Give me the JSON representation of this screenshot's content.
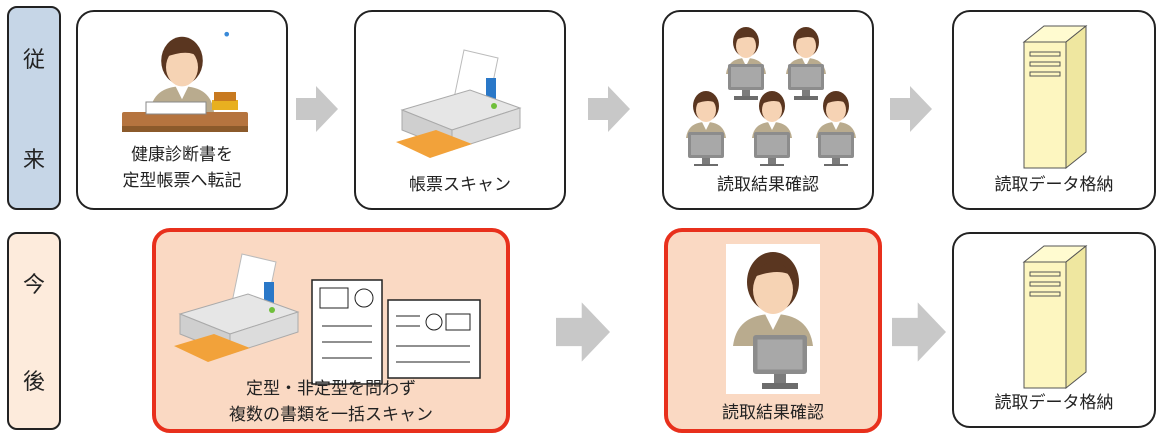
{
  "rows": {
    "before": {
      "label_chars": [
        "従",
        "来"
      ],
      "steps": [
        {
          "label_lines": [
            "健康診断書を",
            "定型帳票へ転記"
          ],
          "icon": "person-writing-icon"
        },
        {
          "label_lines": [
            "帳票スキャン"
          ],
          "icon": "scanner-icon"
        },
        {
          "label_lines": [
            "読取結果確認"
          ],
          "icon": "operators-group-icon"
        },
        {
          "label_lines": [
            "読取データ格納"
          ],
          "icon": "server-icon"
        }
      ]
    },
    "after": {
      "label_chars": [
        "今",
        "後"
      ],
      "steps": [
        {
          "label_lines": [
            "定型・非定型を問わず",
            "複数の書類を一括スキャン"
          ],
          "icon": "scanner-with-documents-icon",
          "highlighted": true
        },
        {
          "label_lines": [
            "読取結果確認"
          ],
          "icon": "single-operator-icon",
          "highlighted": true
        },
        {
          "label_lines": [
            "読取データ格納"
          ],
          "icon": "server-icon"
        }
      ]
    }
  },
  "colors": {
    "before_band": "#c6d6e7",
    "after_band": "#fdebdc",
    "highlight_border": "#e8301c",
    "highlight_fill": "#fad9c3",
    "arrow": "#c8c8c8"
  }
}
